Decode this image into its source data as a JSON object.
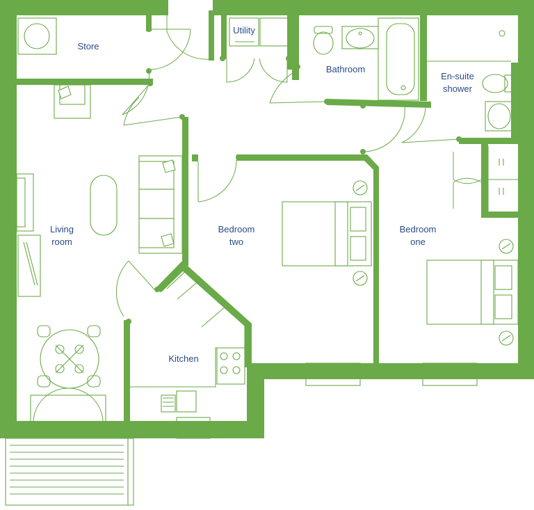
{
  "colors": {
    "wall": "#6aaa48",
    "label": "#2b4a86",
    "background": "#ffffff"
  },
  "rooms": {
    "store": "Store",
    "utility": "Utility",
    "bathroom": "Bathroom",
    "ensuite_line1": "En-suite",
    "ensuite_line2": "shower",
    "living_line1": "Living",
    "living_line2": "room",
    "bedroom_two_line1": "Bedroom",
    "bedroom_two_line2": "two",
    "bedroom_one_line1": "Bedroom",
    "bedroom_one_line2": "one",
    "kitchen": "Kitchen"
  }
}
